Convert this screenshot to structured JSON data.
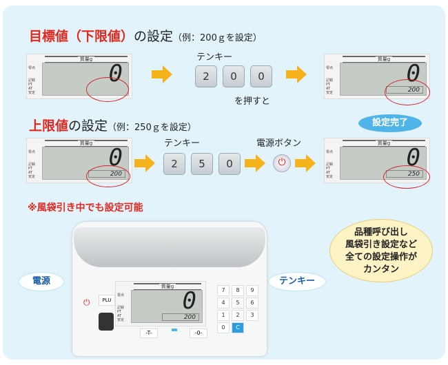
{
  "section1": {
    "title_red": "目標値（下限値）",
    "title_rest": "の設定",
    "title_note": "（例：200ｇを設定）",
    "keypad_label": "テンキー",
    "keys": [
      "2",
      "0",
      "0"
    ],
    "press_label": "を押すと",
    "result_value": "200"
  },
  "section2": {
    "title_red": "上限値",
    "title_rest": "の設定",
    "title_note": "（例：250ｇを設定）",
    "keypad_label": "テンキー",
    "keys": [
      "2",
      "5",
      "0"
    ],
    "power_label": "電源ボタン",
    "initial_value": "200",
    "result_value": "250",
    "done_badge": "設定完了"
  },
  "note": "※風袋引き中でも設定可能",
  "lcd": {
    "header": "質量g",
    "main_digit": "0",
    "side_labels": [
      "零点",
      "",
      "",
      "記録",
      "PT",
      "AT",
      "安定"
    ]
  },
  "device": {
    "plu": "PLU",
    "tare": "-T-",
    "zero": "-0-",
    "numpad": [
      "7",
      "8",
      "9",
      "4",
      "5",
      "6",
      "1",
      "2",
      "3",
      "0",
      "C"
    ],
    "sub_value": "200"
  },
  "callouts": {
    "power": "電源",
    "keypad": "テンキー",
    "features": [
      "品種呼び出し",
      "風袋引き設定など",
      "全ての設定操作が",
      "カンタン"
    ]
  },
  "colors": {
    "accent_red": "#e0281e",
    "arrow": "#f5b21a",
    "bubble_blue": "#1a5fa5"
  }
}
